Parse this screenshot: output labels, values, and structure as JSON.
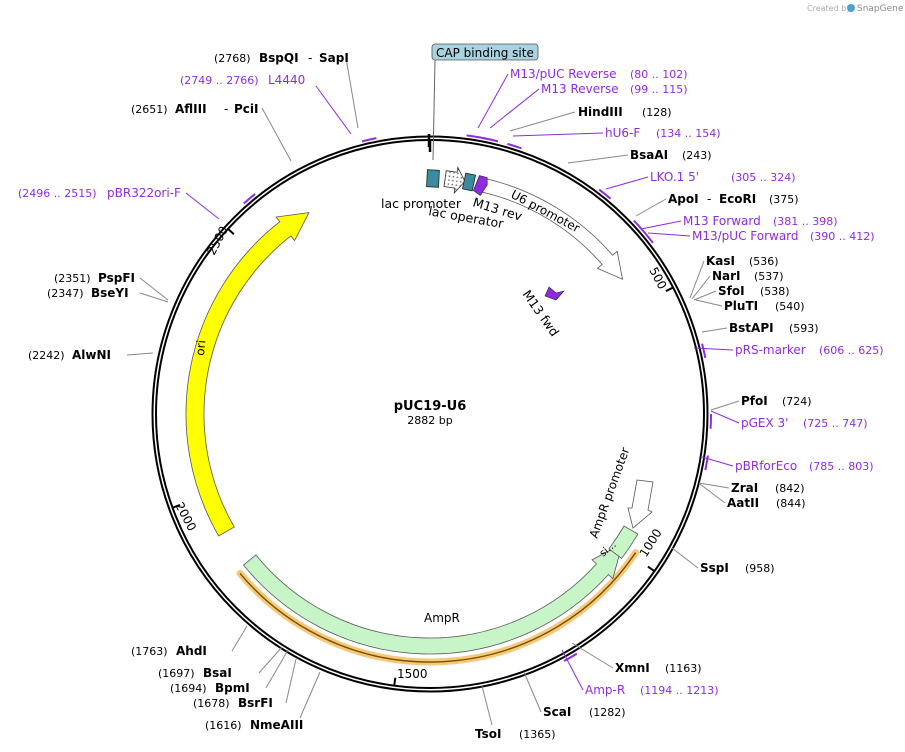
{
  "watermark": "Created by",
  "brand": "SnapGene",
  "plasmid": {
    "name": "pUC19-U6",
    "size": "2882 bp"
  },
  "cap_site": "CAP binding site",
  "ticks": [
    "500",
    "1000",
    "1500",
    "2000",
    "2500"
  ],
  "features": {
    "lac_promoter": "lac promoter",
    "lac_operator": "lac operator",
    "m13_rev": "M13 rev",
    "u6_promoter": "U6 promoter",
    "m13_fwd": "M13 fwd",
    "ori": "ori",
    "ampr": "AmpR",
    "ampr_promoter": "AmpR promoter",
    "signal": "si…"
  },
  "primers": [
    {
      "name": "M13/pUC Reverse",
      "range": "(80 .. 102)"
    },
    {
      "name": "M13 Reverse",
      "range": "(99 .. 115)"
    },
    {
      "name": "hU6-F",
      "range": "(134 .. 154)"
    },
    {
      "name": "LKO.1 5'",
      "range": "(305 .. 324)"
    },
    {
      "name": "M13 Forward",
      "range": "(381 .. 398)"
    },
    {
      "name": "M13/pUC Forward",
      "range": "(390 .. 412)"
    },
    {
      "name": "pRS-marker",
      "range": "(606 .. 625)"
    },
    {
      "name": "pGEX 3'",
      "range": "(725 .. 747)"
    },
    {
      "name": "pBRforEco",
      "range": "(785 .. 803)"
    },
    {
      "name": "Amp-R",
      "range": "(1194 .. 1213)"
    },
    {
      "name": "pBR322ori-F",
      "range": "(2496 .. 2515)"
    },
    {
      "name": "L4440",
      "range": "(2749 .. 2766)"
    }
  ],
  "sites": [
    {
      "name": "HindIII",
      "pos": "(128)"
    },
    {
      "name": "BsaAI",
      "pos": "(243)"
    },
    {
      "name": "ApoI",
      "name2": "EcoRI",
      "pos": "(375)"
    },
    {
      "name": "KasI",
      "pos": "(536)"
    },
    {
      "name": "NarI",
      "pos": "(537)"
    },
    {
      "name": "SfoI",
      "pos": "(538)"
    },
    {
      "name": "PluTI",
      "pos": "(540)"
    },
    {
      "name": "BstAPI",
      "pos": "(593)"
    },
    {
      "name": "PfoI",
      "pos": "(724)"
    },
    {
      "name": "ZraI",
      "pos": "(842)"
    },
    {
      "name": "AatII",
      "pos": "(844)"
    },
    {
      "name": "SspI",
      "pos": "(958)"
    },
    {
      "name": "XmnI",
      "pos": "(1163)"
    },
    {
      "name": "ScaI",
      "pos": "(1282)"
    },
    {
      "name": "TsoI",
      "pos": "(1365)"
    },
    {
      "name": "NmeAIII",
      "pos": "(1616)"
    },
    {
      "name": "BsrFI",
      "pos": "(1678)"
    },
    {
      "name": "BpmI",
      "pos": "(1694)"
    },
    {
      "name": "BsaI",
      "pos": "(1697)"
    },
    {
      "name": "AhdI",
      "pos": "(1763)"
    },
    {
      "name": "AlwNI",
      "pos": "(2242)"
    },
    {
      "name": "BseYI",
      "pos": "(2347)"
    },
    {
      "name": "PspFI",
      "pos": "(2351)"
    },
    {
      "name": "AflIII",
      "name2": "PciI",
      "pos": "(2651)"
    },
    {
      "name": "BspQI",
      "name2": "SapI",
      "pos": "(2768)"
    }
  ],
  "dash": "-",
  "colors": {
    "primer": "#8e2be0",
    "ori": "#ffff00",
    "ampr": "#c8f5c8",
    "ampr_glow": "#f5c87a",
    "lac": "#3a8ba0",
    "m13": "#8e2be0",
    "cap_box": "#a9d3e0"
  }
}
